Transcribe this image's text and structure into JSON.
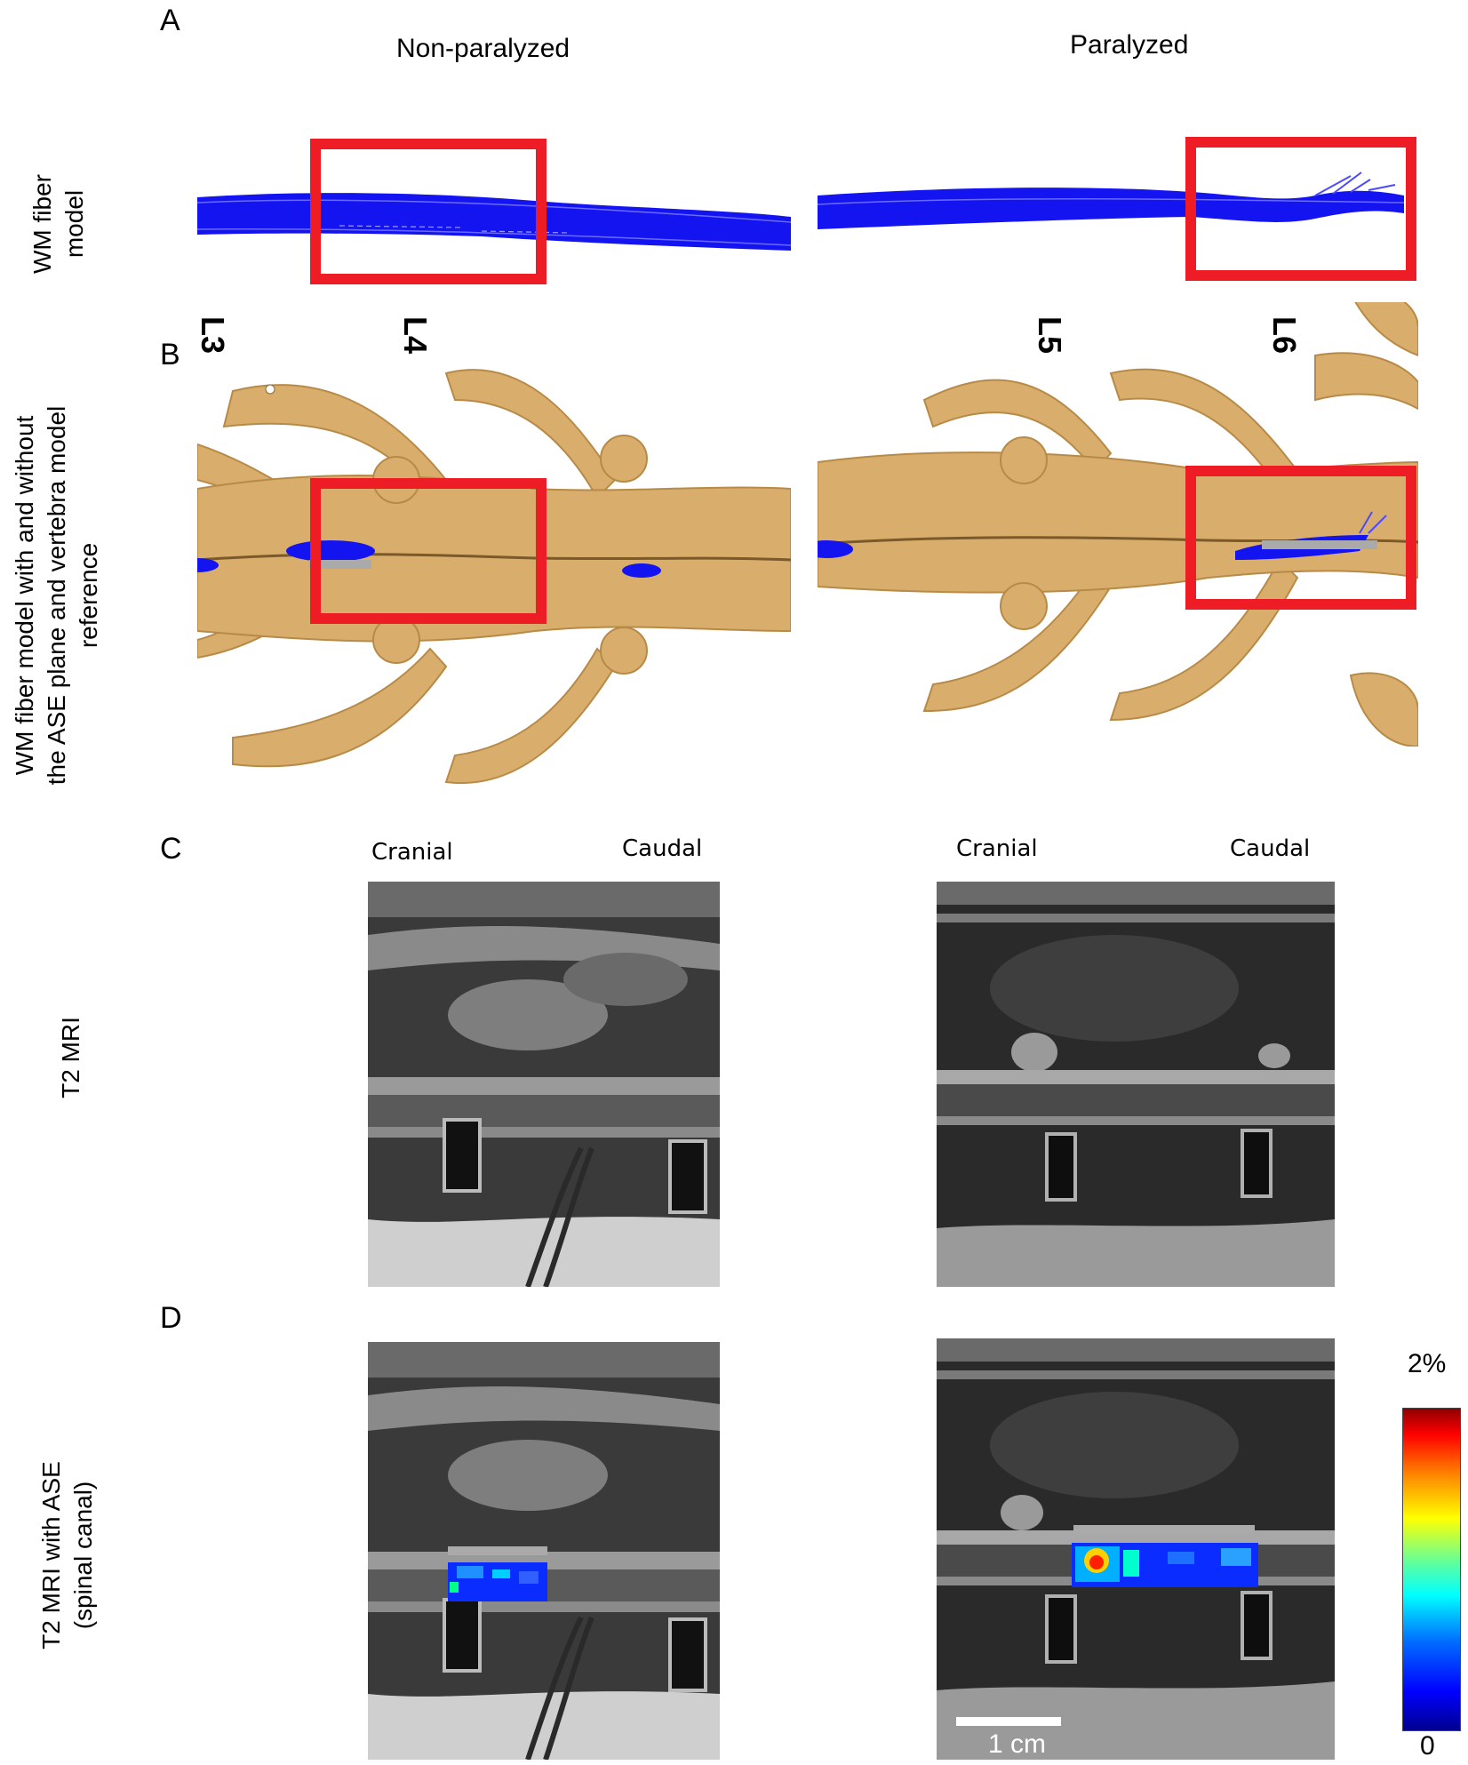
{
  "panels": {
    "a": "A",
    "b": "B",
    "c": "C",
    "d": "D"
  },
  "columns": {
    "left": "Non-paralyzed",
    "right": "Paralyzed"
  },
  "rows": {
    "a": "WM fiber\nmodel",
    "b": "WM fiber model with and without\nthe ASE plane and vertebra model\nreference",
    "c": "T2 MRI",
    "d": "T2 MRI with ASE\n(spinal canal)"
  },
  "vertebrae": [
    "L3",
    "L4",
    "L5",
    "L6"
  ],
  "orientation": {
    "cranial": "Cranial",
    "caudal": "Caudal"
  },
  "scale_bar": "1 cm",
  "colorbar": {
    "max": "2%",
    "min": "0"
  },
  "colors": {
    "fiber": "#1414f0",
    "bone": "#d9ad6b",
    "highlight": "#ee1c24",
    "ase_plane": "#aaaaaa"
  }
}
